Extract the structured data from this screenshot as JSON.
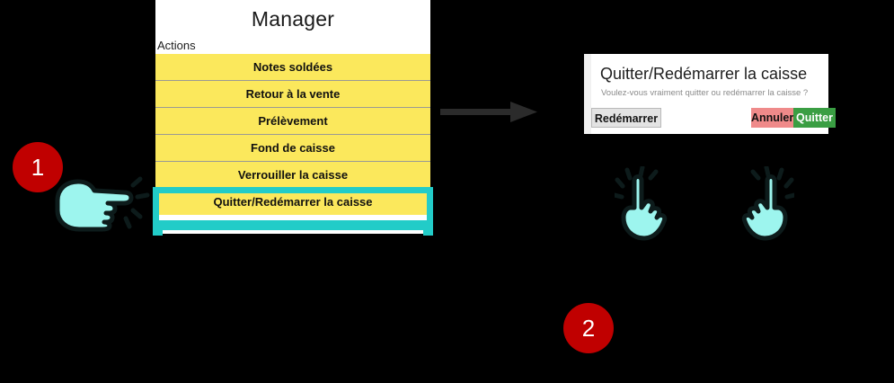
{
  "colors": {
    "background": "#000000",
    "menu_yellow": "#fbe85c",
    "highlight_cyan": "#22ccc8",
    "badge_red": "#c00000",
    "cancel_red": "#ef8a8a",
    "confirm_green": "#3a9e43",
    "panel_white": "#ffffff"
  },
  "manager_panel": {
    "title": "Manager",
    "section_label": "Actions",
    "menu_items": [
      {
        "label": "Notes soldées",
        "selected": false
      },
      {
        "label": "Retour à la vente",
        "selected": false
      },
      {
        "label": "Prélèvement",
        "selected": false
      },
      {
        "label": "Fond de caisse",
        "selected": false
      },
      {
        "label": "Verrouiller la caisse",
        "selected": false
      },
      {
        "label": "Quitter/Redémarrer la caisse",
        "selected": true
      }
    ]
  },
  "flow": {
    "arrow_icon": "arrow-right-icon"
  },
  "dialog": {
    "title": "Quitter/Redémarrer la caisse",
    "message": "Voulez-vous vraiment quitter ou redémarrer la caisse ?",
    "buttons": [
      {
        "label": "Redémarrer",
        "style": "neutral"
      },
      {
        "label": "Annuler",
        "style": "cancel"
      },
      {
        "label": "Quitter",
        "style": "confirm"
      }
    ]
  },
  "steps": [
    {
      "number": "1",
      "cursor_icon": "hand-pointing-right-icon"
    },
    {
      "number": "2",
      "cursor_icon": "hand-tap-icon"
    }
  ]
}
